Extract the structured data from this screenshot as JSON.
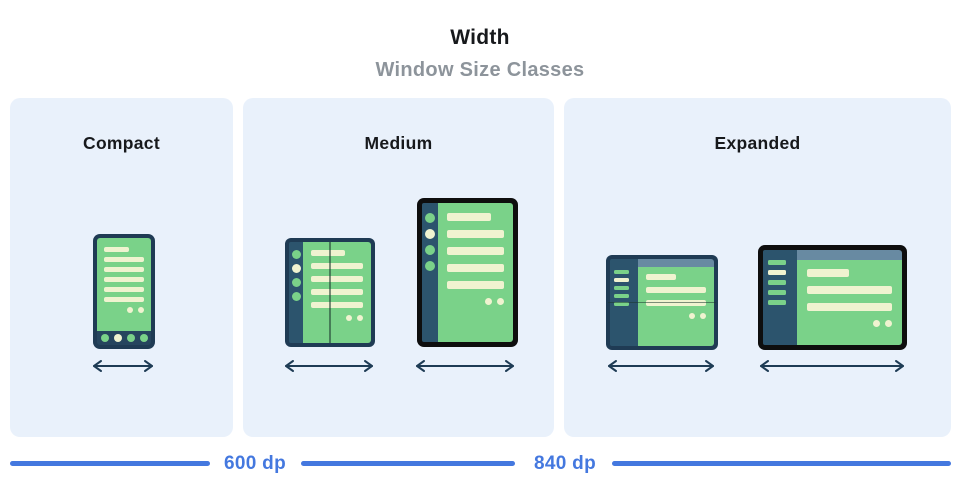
{
  "header": {
    "title": "Width",
    "subtitle": "Window Size Classes"
  },
  "panels": [
    {
      "label": "Compact",
      "devices": [
        "phone"
      ]
    },
    {
      "label": "Medium",
      "devices": [
        "foldable-open",
        "tablet-portrait"
      ]
    },
    {
      "label": "Expanded",
      "devices": [
        "foldable-landscape",
        "tablet-landscape"
      ]
    }
  ],
  "ruler": {
    "labels": [
      "600 dp",
      "840 dp"
    ]
  },
  "colors": {
    "canvas_bg": "#ffffff",
    "panel_bg": "#e9f1fb",
    "frame_navy": "#1f3b54",
    "frame_black": "#0e0e0e",
    "rail_navy": "#2c546d",
    "nav_bar_navy": "#26455e",
    "screen_green": "#7ad289",
    "content_cream": "#f0f3d0",
    "appbar_gray_blue": "#688aa2",
    "fold_line": "rgba(28,55,45,0.55)",
    "accent_blue": "#4478df",
    "title_color": "#17191c",
    "subtitle_gray": "#8d949b",
    "arrow_navy": "#1e3c55"
  }
}
